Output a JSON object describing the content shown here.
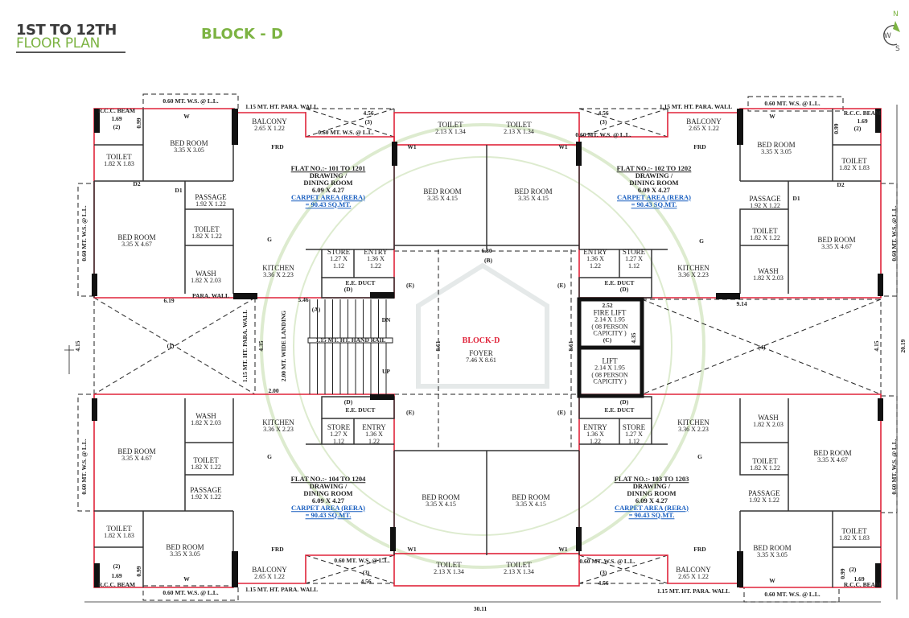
{
  "header": {
    "title_line1": "1ST TO 12TH",
    "title_line2": "FLOOR PLAN",
    "block": "BLOCK - D"
  },
  "compass": {
    "north": "N",
    "west": "W",
    "south": "S"
  },
  "colors": {
    "accent_green": "#7cb342",
    "flat_outline": "#e0243a",
    "carpet_text": "#1a5fc0"
  },
  "core": {
    "title": "BLOCK-D"
  },
  "flats": [
    {
      "flat_no": "FLAT NO.:- 101 TO 1201",
      "room": "DRAWING /\nDINING ROOM",
      "size": "6.09 X 4.27",
      "carpet_label": "CARPET AREA (RERA)",
      "carpet_value": "= 90.43 SQ.MT."
    },
    {
      "flat_no": "FLAT NO.:- 102 TO 1202",
      "room": "DRAWING /\nDINING ROOM",
      "size": "6.09 X 4.27",
      "carpet_label": "CARPET AREA (RERA)",
      "carpet_value": "= 90.43 SQ.MT."
    },
    {
      "flat_no": "FLAT NO.:- 104 TO 1204",
      "room": "DRAWING /\nDINING ROOM",
      "size": "6.09 X 4.27",
      "carpet_label": "CARPET AREA (RERA)",
      "carpet_value": "= 90.43 SQ.MT."
    },
    {
      "flat_no": "FLAT NO.:- 103 TO 1203",
      "room": "DRAWING /\nDINING ROOM",
      "size": "6.09 X 4.27",
      "carpet_label": "CARPET AREA (RERA)",
      "carpet_value": "= 90.43 SQ.MT."
    }
  ],
  "rooms": [
    {
      "name": "BED ROOM",
      "size": "3.35 X 3.05"
    },
    {
      "name": "BALCONY",
      "size": "2.65 X 1.22"
    },
    {
      "name": "TOILET",
      "size": "1.82 X 1.83"
    },
    {
      "name": "BED ROOM",
      "size": "3.35 X 4.67"
    },
    {
      "name": "PASSAGE",
      "size": "1.92 X 1.22"
    },
    {
      "name": "TOILET",
      "size": "1.82 X 1.22"
    },
    {
      "name": "WASH",
      "size": "1.82 X 2.03"
    },
    {
      "name": "KITCHEN",
      "size": "3.36 X 2.23"
    },
    {
      "name": "STORE",
      "size": "1.27 X\n1.12"
    },
    {
      "name": "ENTRY",
      "size": "1.36 X\n1.22"
    },
    {
      "name": "TOILET",
      "size": "2.13 X 1.34"
    },
    {
      "name": "TOILET",
      "size": "2.13 X 1.34"
    },
    {
      "name": "BED ROOM",
      "size": "3.35 X 4.15"
    },
    {
      "name": "BED ROOM",
      "size": "3.35 X 4.15"
    },
    {
      "name": "BED ROOM",
      "size": "3.35 X 3.05"
    },
    {
      "name": "BALCONY",
      "size": "2.65 X 1.22"
    },
    {
      "name": "TOILET",
      "size": "1.82 X 1.83"
    },
    {
      "name": "PASSAGE",
      "size": "1.92 X 1.22"
    },
    {
      "name": "TOILET",
      "size": "1.82 X 1.22"
    },
    {
      "name": "BED ROOM",
      "size": "3.35 X 4.67"
    },
    {
      "name": "WASH",
      "size": "1.82 X 2.03"
    },
    {
      "name": "KITCHEN",
      "size": "3.36 X 2.23"
    },
    {
      "name": "STORE",
      "size": "1.27 X\n1.12"
    },
    {
      "name": "ENTRY",
      "size": "1.36 X\n1.22"
    },
    {
      "name": "FOYER",
      "size": "7.46 X 8.61"
    },
    {
      "name": "FIRE LIFT",
      "size": "2.14 X 1.95\n( 08 PERSON\nCAPICITY )"
    },
    {
      "name": "LIFT",
      "size": "2.14 X 1.95\n( 08 PERSON\nCAPICITY )"
    },
    {
      "name": "WASH",
      "size": "1.82 X 2.03"
    },
    {
      "name": "BED ROOM",
      "size": "3.35 X 4.67"
    },
    {
      "name": "TOILET",
      "size": "1.82 X 1.22"
    },
    {
      "name": "PASSAGE",
      "size": "1.92 X 1.22"
    },
    {
      "name": "KITCHEN",
      "size": "3.36 X 2.23"
    },
    {
      "name": "STORE",
      "size": "1.27 X\n1.12"
    },
    {
      "name": "ENTRY",
      "size": "1.36 X\n1.22"
    },
    {
      "name": "TOILET",
      "size": "1.82 X 1.83"
    },
    {
      "name": "BED ROOM",
      "size": "3.35 X 3.05"
    },
    {
      "name": "BALCONY",
      "size": "2.65 X 1.22"
    },
    {
      "name": "BED ROOM",
      "size": "3.35 X 4.15"
    },
    {
      "name": "BED ROOM",
      "size": "3.35 X 4.15"
    },
    {
      "name": "TOILET",
      "size": "2.13 X 1.34"
    },
    {
      "name": "TOILET",
      "size": "2.13 X 1.34"
    },
    {
      "name": "KITCHEN",
      "size": "3.36 X 2.23"
    },
    {
      "name": "ENTRY",
      "size": "1.36 X\n1.22"
    },
    {
      "name": "STORE",
      "size": "1.27 X\n1.12"
    },
    {
      "name": "WASH",
      "size": "1.82 X 2.03"
    },
    {
      "name": "BED ROOM",
      "size": "3.35 X 4.67"
    },
    {
      "name": "TOILET",
      "size": "1.82 X 1.22"
    },
    {
      "name": "PASSAGE",
      "size": "1.92 X 1.22"
    },
    {
      "name": "TOILET",
      "size": "1.82 X 1.83"
    },
    {
      "name": "BED ROOM",
      "size": "3.35 X 3.05"
    },
    {
      "name": "BALCONY",
      "size": "2.65 X 1.22"
    }
  ],
  "annotations": [
    "0.60 MT. W.S. @ L.L.",
    "0.60 MT. W.S. @ L.L.",
    "0.60 MT. W.S. @ L.L.",
    "0.60 MT. W.S. @ L.L.",
    "0.60 MT. W.S. @ L.L.",
    "0.60 MT. W.S. @ L.L.",
    "0.60 MT. W.S. @ L.L.",
    "0.60 MT. W.S. @ L.L.",
    "1.15 MT. HT. PARA. WALL",
    "1.15 MT. HT. PARA. WALL",
    "1.15 MT. HT. PARA. WALL",
    "1.15 MT. HT. PARA. WALL",
    "R.C.C. BEAM",
    "R.C.C. BEAM",
    "R.C.C. BEAM",
    "R.C.C. BEAM",
    "1.69",
    "1.69",
    "1.69",
    "1.69",
    "(2)",
    "(2)",
    "(2)",
    "(2)",
    "4.56",
    "4.56",
    "4.56",
    "4.56",
    "(3)",
    "(3)",
    "(3)",
    "(3)",
    "0.60 MT. W.S. @ L.L.",
    "0.60 MT. W.S. @ L.L.",
    "0.60 MT. W.S. @ L.L.",
    "0.60 MT. W.S. @ L.L.",
    "6.19",
    "9.14",
    "(1)",
    "(4)",
    "4.15",
    "4.15",
    "20.19",
    "30.11",
    "6.80",
    "(B)",
    "(A)",
    "5.46",
    "DN",
    "UP",
    "1.15 MT. HT. HAND RAIL",
    "2.00 MT. WIDE LANDING",
    "4.35",
    "2.00",
    "1.15 MT. HT. PARA. WALL",
    "8.61",
    "8.61",
    "2.52",
    "4.35",
    "(C)",
    "(D)",
    "(D)",
    "(D)",
    "(D)",
    "(E)",
    "(E)",
    "(E)",
    "(E)",
    "E.E. DUCT",
    "E.E. DUCT",
    "E.E. DUCT",
    "E.E. DUCT",
    "FRD",
    "FRD",
    "FRD",
    "FRD",
    "W",
    "W",
    "W",
    "W",
    "G",
    "G",
    "G",
    "G",
    "0.99",
    "0.99",
    "0.99",
    "0.99",
    "PARA. WALL",
    "D1",
    "D1",
    "D2",
    "D2",
    "W1",
    "W1",
    "W1",
    "W1"
  ]
}
